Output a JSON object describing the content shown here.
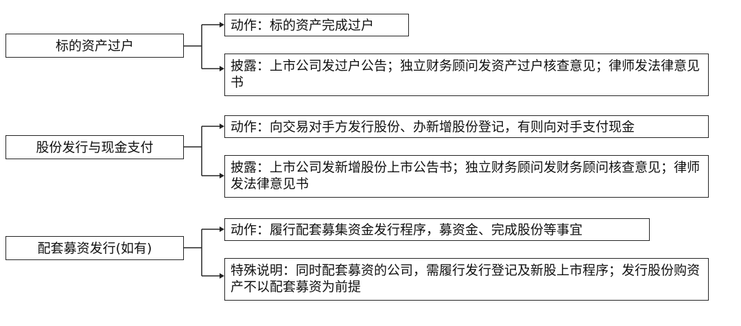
{
  "groups": [
    {
      "stage": "标的资产过户",
      "items": [
        {
          "text": "动作：标的资产完成过户"
        },
        {
          "text": "披露：上市公司发过户公告；独立财务顾问发资产过户核查意见；律师发法律意见书"
        }
      ]
    },
    {
      "stage": "股份发行与现金支付",
      "items": [
        {
          "text": "动作：向交易对手方发行股份、办新增股份登记，有则向对手支付现金"
        },
        {
          "text": "披露：上市公司发新增股份上市公告书；独立财务顾问发财务顾问核查意见；律师发法律意见书"
        }
      ]
    },
    {
      "stage": "配套募资发行(如有)",
      "items": [
        {
          "text": "动作：履行配套募集资金发行程序，募资金、完成股份等事宜"
        },
        {
          "text": "特殊说明：同时配套募资的公司，需履行发行登记及新股上市程序；发行股份购资产不以配套募资为前提"
        }
      ]
    }
  ]
}
